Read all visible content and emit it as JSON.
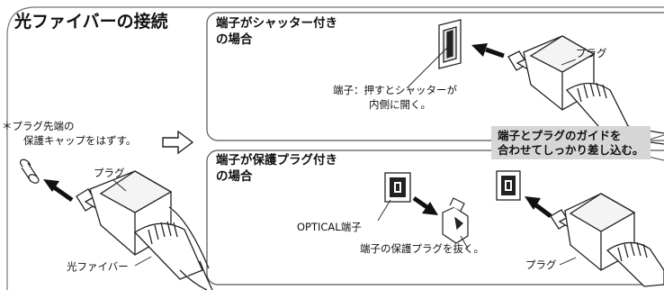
{
  "title": "光ファイバーの接続",
  "cap_note": {
    "line1": "＊プラグ先端の",
    "line2": "保護キャップをはずす。"
  },
  "left_labels": {
    "plug": "プラグ",
    "fiber": "光ファイバー"
  },
  "shutter_panel": {
    "heading_line1": "端子がシャッター付き",
    "heading_line2": "の場合",
    "plug_label": "プラグ",
    "note_line1": "端子：押すとシャッターが",
    "note_line2": "内側に開く。"
  },
  "tip": {
    "line1": "端子とプラグのガイドを",
    "line2": "合わせてしっかり差し込む。"
  },
  "protect_panel": {
    "heading_line1": "端子が保護プラグ付き",
    "heading_line2": "の場合",
    "optical_label": "OPTICAL端子",
    "remove_label": "端子の保護プラグを抜く。",
    "plug_label": "プラグ"
  }
}
